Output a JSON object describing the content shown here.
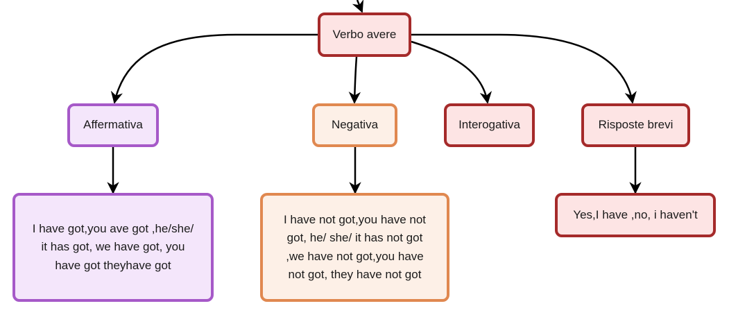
{
  "diagram": {
    "root": {
      "label": "Verbo avere",
      "border": "#a52a2a",
      "fill": "#fde4e4"
    },
    "branches": [
      {
        "key": "affermativa",
        "label": "Affermativa",
        "border": "#a659c8",
        "fill": "#f4e6fb",
        "detail": "I have got,you ave got ,he/she/\nit has got, we have got, you\nhave got theyhave got"
      },
      {
        "key": "negativa",
        "label": "Negativa",
        "border": "#e08850",
        "fill": "#fdf0e7",
        "detail": "I have not got,you have not\ngot, he/ she/ it has not got\n,we have not got,you have\nnot  got, they have not got"
      },
      {
        "key": "interogativa",
        "label": "Interogativa",
        "border": "#a52a2a",
        "fill": "#fde4e4",
        "detail": null
      },
      {
        "key": "risposte-brevi",
        "label": "Risposte brevi",
        "border": "#a52a2a",
        "fill": "#fde4e4",
        "detail": "Yes,I have ,no, i haven't"
      }
    ],
    "line_color": "#000000"
  }
}
